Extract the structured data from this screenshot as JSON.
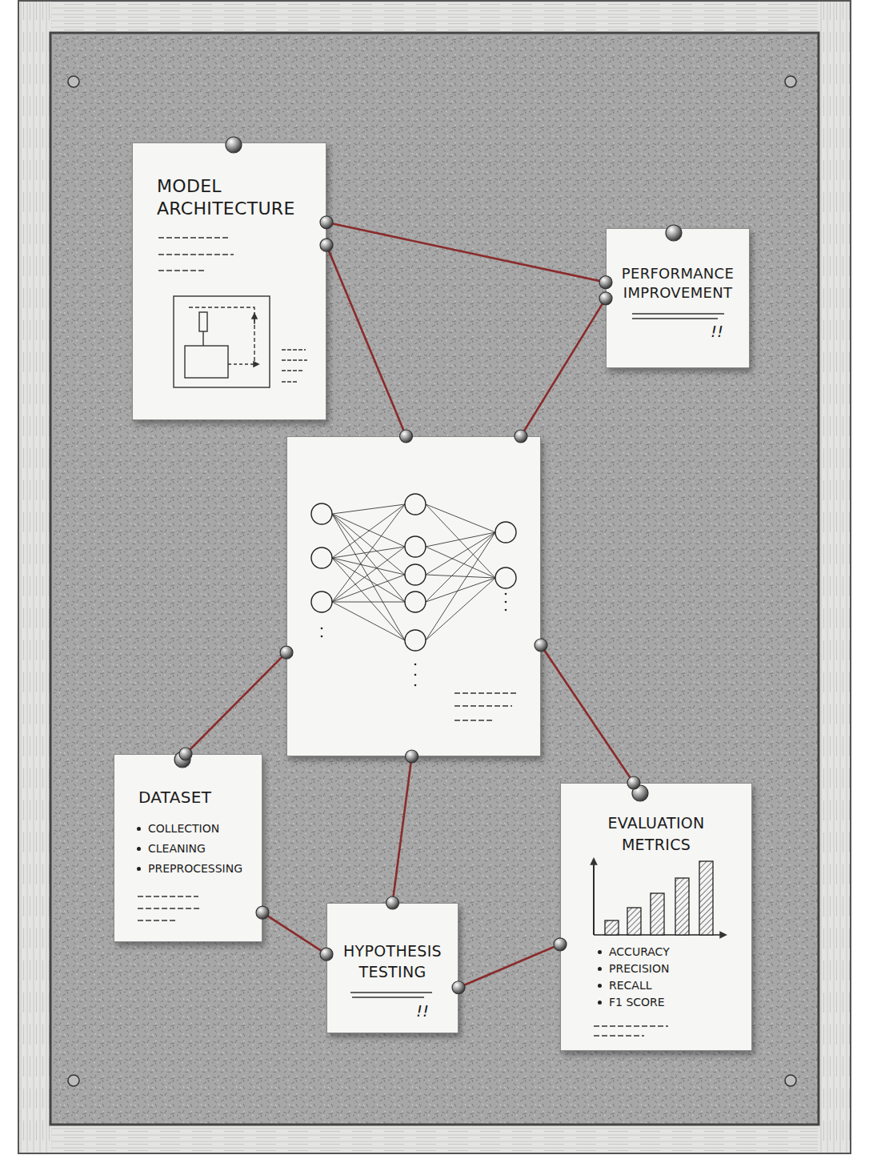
{
  "diagram": {
    "nodes": [
      {
        "text": [
          "MODEL ARCHITECTURE"
        ]
      },
      {
        "text": [
          "PERFORMANCE IMPROVEMENT",
          "!!"
        ]
      },
      {
        "text": []
      },
      {
        "text": [
          "DATASET",
          "COLLECTION",
          "CLEANING",
          "PREPROCESSING"
        ]
      },
      {
        "text": [
          "HYPOTHESIS TESTING",
          "!!"
        ]
      },
      {
        "text": [
          "EVALUATION METRICS",
          "ACCURACY",
          "PRECISION",
          "RECALL",
          "F1 SCORE"
        ]
      }
    ],
    "edges": [
      {
        "from": 0,
        "to": 1,
        "arrow": "none"
      },
      {
        "from": 0,
        "to": 2,
        "arrow": "none"
      },
      {
        "from": 1,
        "to": 2,
        "arrow": "none"
      },
      {
        "from": 2,
        "to": 3,
        "arrow": "none"
      },
      {
        "from": 2,
        "to": 4,
        "arrow": "none"
      },
      {
        "from": 2,
        "to": 5,
        "arrow": "none"
      },
      {
        "from": 3,
        "to": 4,
        "arrow": "none"
      },
      {
        "from": 4,
        "to": 5,
        "arrow": "none"
      }
    ]
  }
}
